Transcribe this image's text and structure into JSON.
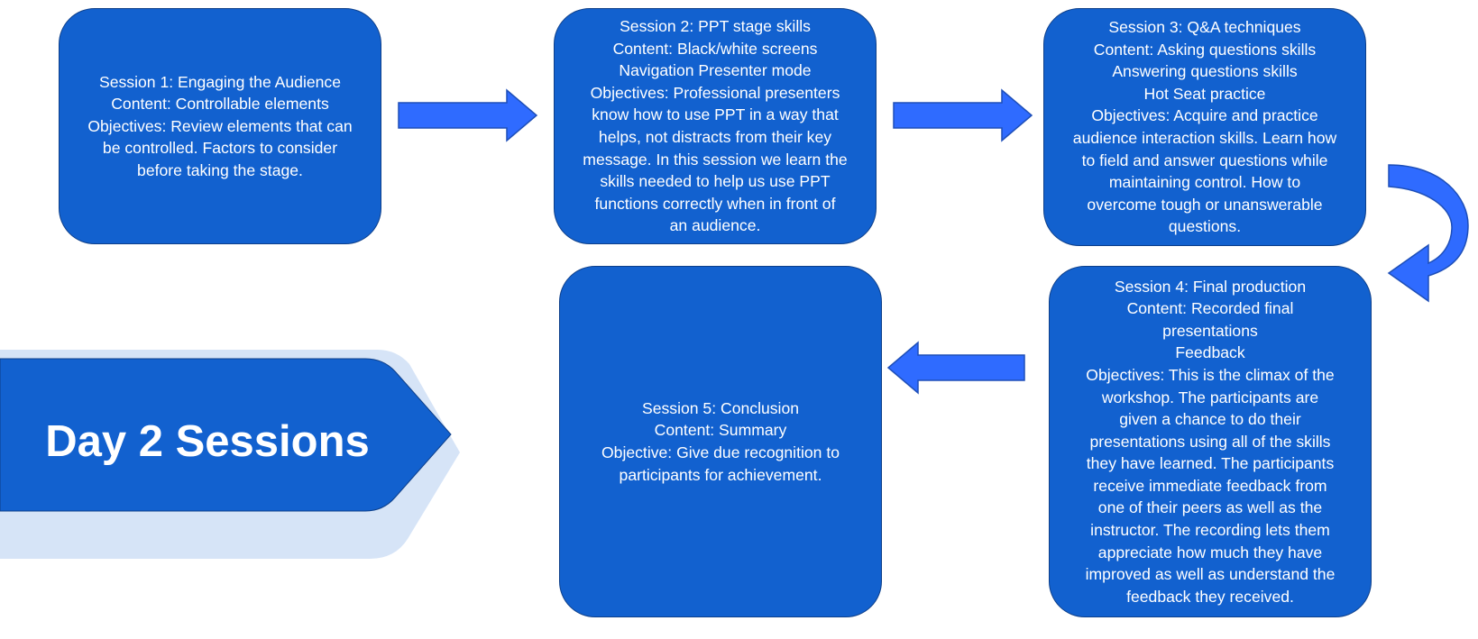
{
  "banner": {
    "title": "Day 2 Sessions"
  },
  "sessions": [
    {
      "id": "s1",
      "lines": [
        "Session 1: Engaging the Audience",
        "Content: Controllable elements",
        "Objectives: Review elements that can",
        "be controlled. Factors to consider",
        "before taking the stage."
      ]
    },
    {
      "id": "s2",
      "lines": [
        "Session 2: PPT stage skills",
        "Content:  Black/white screens",
        "Navigation Presenter mode",
        "Objectives: Professional presenters",
        "know how to use PPT in a way that",
        "helps, not distracts from their key",
        "message. In this session we learn the",
        "skills needed to help us use PPT",
        "functions correctly when in front of",
        "an audience."
      ]
    },
    {
      "id": "s3",
      "lines": [
        "Session 3: Q&A techniques",
        "Content: Asking questions skills",
        "Answering questions skills",
        "Hot Seat practice",
        "Objectives: Acquire and practice",
        "audience interaction skills. Learn how",
        "to field and answer questions while",
        "maintaining control. How to",
        "overcome tough or unanswerable",
        "questions."
      ]
    },
    {
      "id": "s4",
      "lines": [
        "Session 4: Final production",
        "Content: Recorded final",
        "presentations",
        "Feedback",
        "Objectives: This is the climax of the",
        "workshop. The participants are",
        "given a chance to do their",
        "presentations using all of the skills",
        "they have learned. The participants",
        "receive immediate feedback from",
        "one of their peers as well as the",
        "instructor. The recording lets them",
        "appreciate how much they have",
        "improved as well as understand the",
        "feedback they received."
      ]
    },
    {
      "id": "s5",
      "lines": [
        "Session 5: Conclusion",
        "Content: Summary",
        "Objective: Give due recognition to",
        "participants for achievement."
      ]
    }
  ],
  "colors": {
    "box_fill": "#1261cf",
    "box_border": "#0d3f8a",
    "arrow_fill": "#2f6bff",
    "arrow_border": "#1e4fb8",
    "banner_fill": "#1261cf",
    "banner_shadow": "#d6e4f7",
    "text": "#ffffff"
  }
}
